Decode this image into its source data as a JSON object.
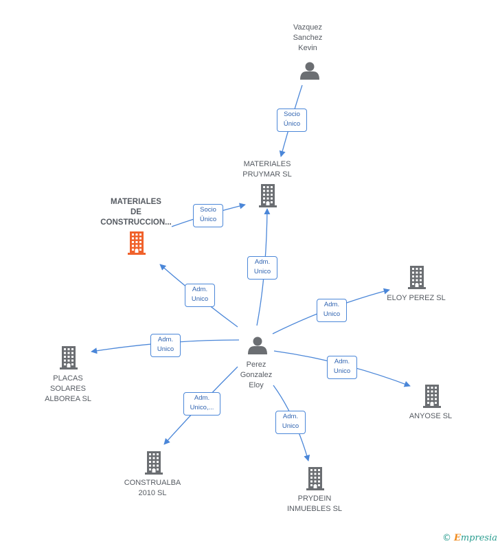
{
  "nodes": [
    {
      "id": "vazquez",
      "label": "Vazquez\nSanchez\nKevin",
      "kind": "person"
    },
    {
      "id": "pruymar",
      "label": "MATERIALES\nPRUYMAR SL",
      "kind": "company"
    },
    {
      "id": "materiales_construccion",
      "label": "MATERIALES\nDE\nCONSTRUCCION...",
      "kind": "company-focus"
    },
    {
      "id": "eloy_perez",
      "label": "ELOY PEREZ SL",
      "kind": "company"
    },
    {
      "id": "perez_gonzalez",
      "label": "Perez\nGonzalez\nEloy",
      "kind": "person"
    },
    {
      "id": "placas",
      "label": "PLACAS\nSOLARES\nALBOREA SL",
      "kind": "company"
    },
    {
      "id": "anyose",
      "label": "ANYOSE  SL",
      "kind": "company"
    },
    {
      "id": "construalba",
      "label": "CONSTRUALBA\n2010 SL",
      "kind": "company"
    },
    {
      "id": "prydein",
      "label": "PRYDEIN\nINMUEBLES SL",
      "kind": "company"
    }
  ],
  "edges": [
    {
      "from": "vazquez",
      "to": "pruymar",
      "label": "Socio\nÚnico"
    },
    {
      "from": "materiales_construccion",
      "to": "pruymar",
      "label": "Socio\nÚnico"
    },
    {
      "from": "perez_gonzalez",
      "to": "pruymar",
      "label": "Adm.\nUnico"
    },
    {
      "from": "perez_gonzalez",
      "to": "materiales_construccion",
      "label": "Adm.\nUnico"
    },
    {
      "from": "perez_gonzalez",
      "to": "eloy_perez",
      "label": "Adm.\nUnico"
    },
    {
      "from": "perez_gonzalez",
      "to": "placas",
      "label": "Adm.\nUnico"
    },
    {
      "from": "perez_gonzalez",
      "to": "anyose",
      "label": "Adm.\nUnico"
    },
    {
      "from": "perez_gonzalez",
      "to": "construalba",
      "label": "Adm.\nUnico,..."
    },
    {
      "from": "perez_gonzalez",
      "to": "prydein",
      "label": "Adm.\nUnico"
    }
  ],
  "colors": {
    "edge": "#4a86d8",
    "icon": "#6b6e72",
    "focus_icon": "#f0622c"
  },
  "footer": {
    "copyright": "©",
    "brand_initial": "E",
    "brand_rest": "mpresia"
  }
}
